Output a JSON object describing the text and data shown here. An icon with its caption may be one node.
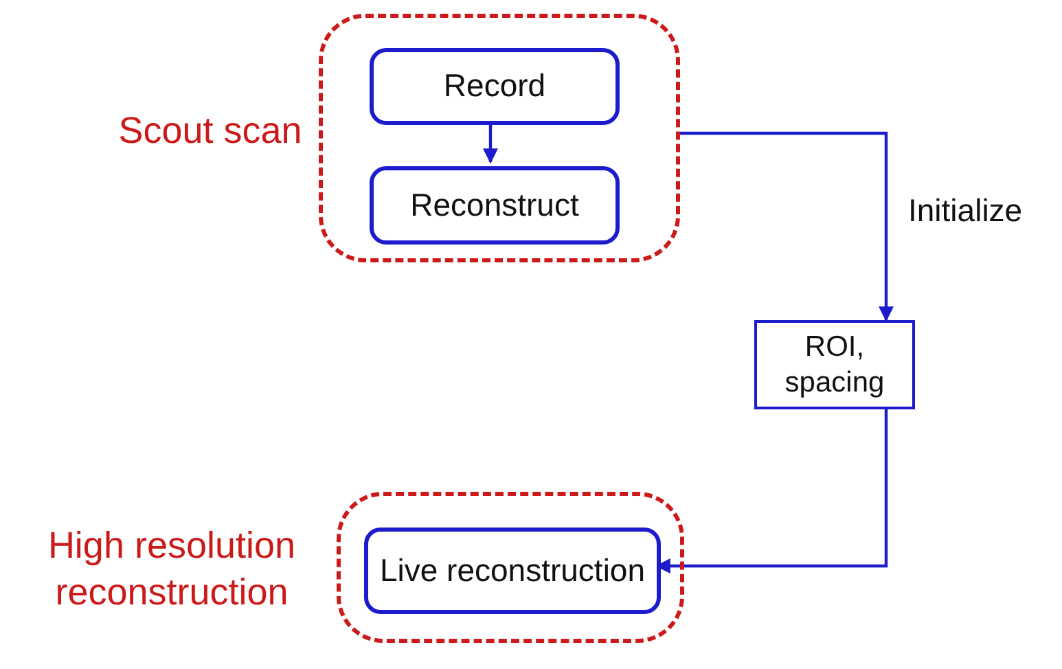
{
  "diagram": {
    "nodes": [
      {
        "text": [
          "Scout scan"
        ]
      },
      {
        "text": [
          "Record"
        ],
        "in": 0
      },
      {
        "text": [
          "Reconstruct"
        ],
        "in": 0
      },
      {
        "text": [
          "ROI, spacing"
        ]
      },
      {
        "text": [
          "High resolution reconstruction"
        ]
      },
      {
        "text": [
          "Live reconstruction"
        ],
        "in": 4
      }
    ],
    "edges": [
      {
        "from": 1,
        "to": 2,
        "arrow": "to"
      },
      {
        "from": 0,
        "to": 3,
        "arrow": "to",
        "label": "Initialize"
      },
      {
        "from": 3,
        "to": 5,
        "arrow": "to"
      }
    ]
  }
}
